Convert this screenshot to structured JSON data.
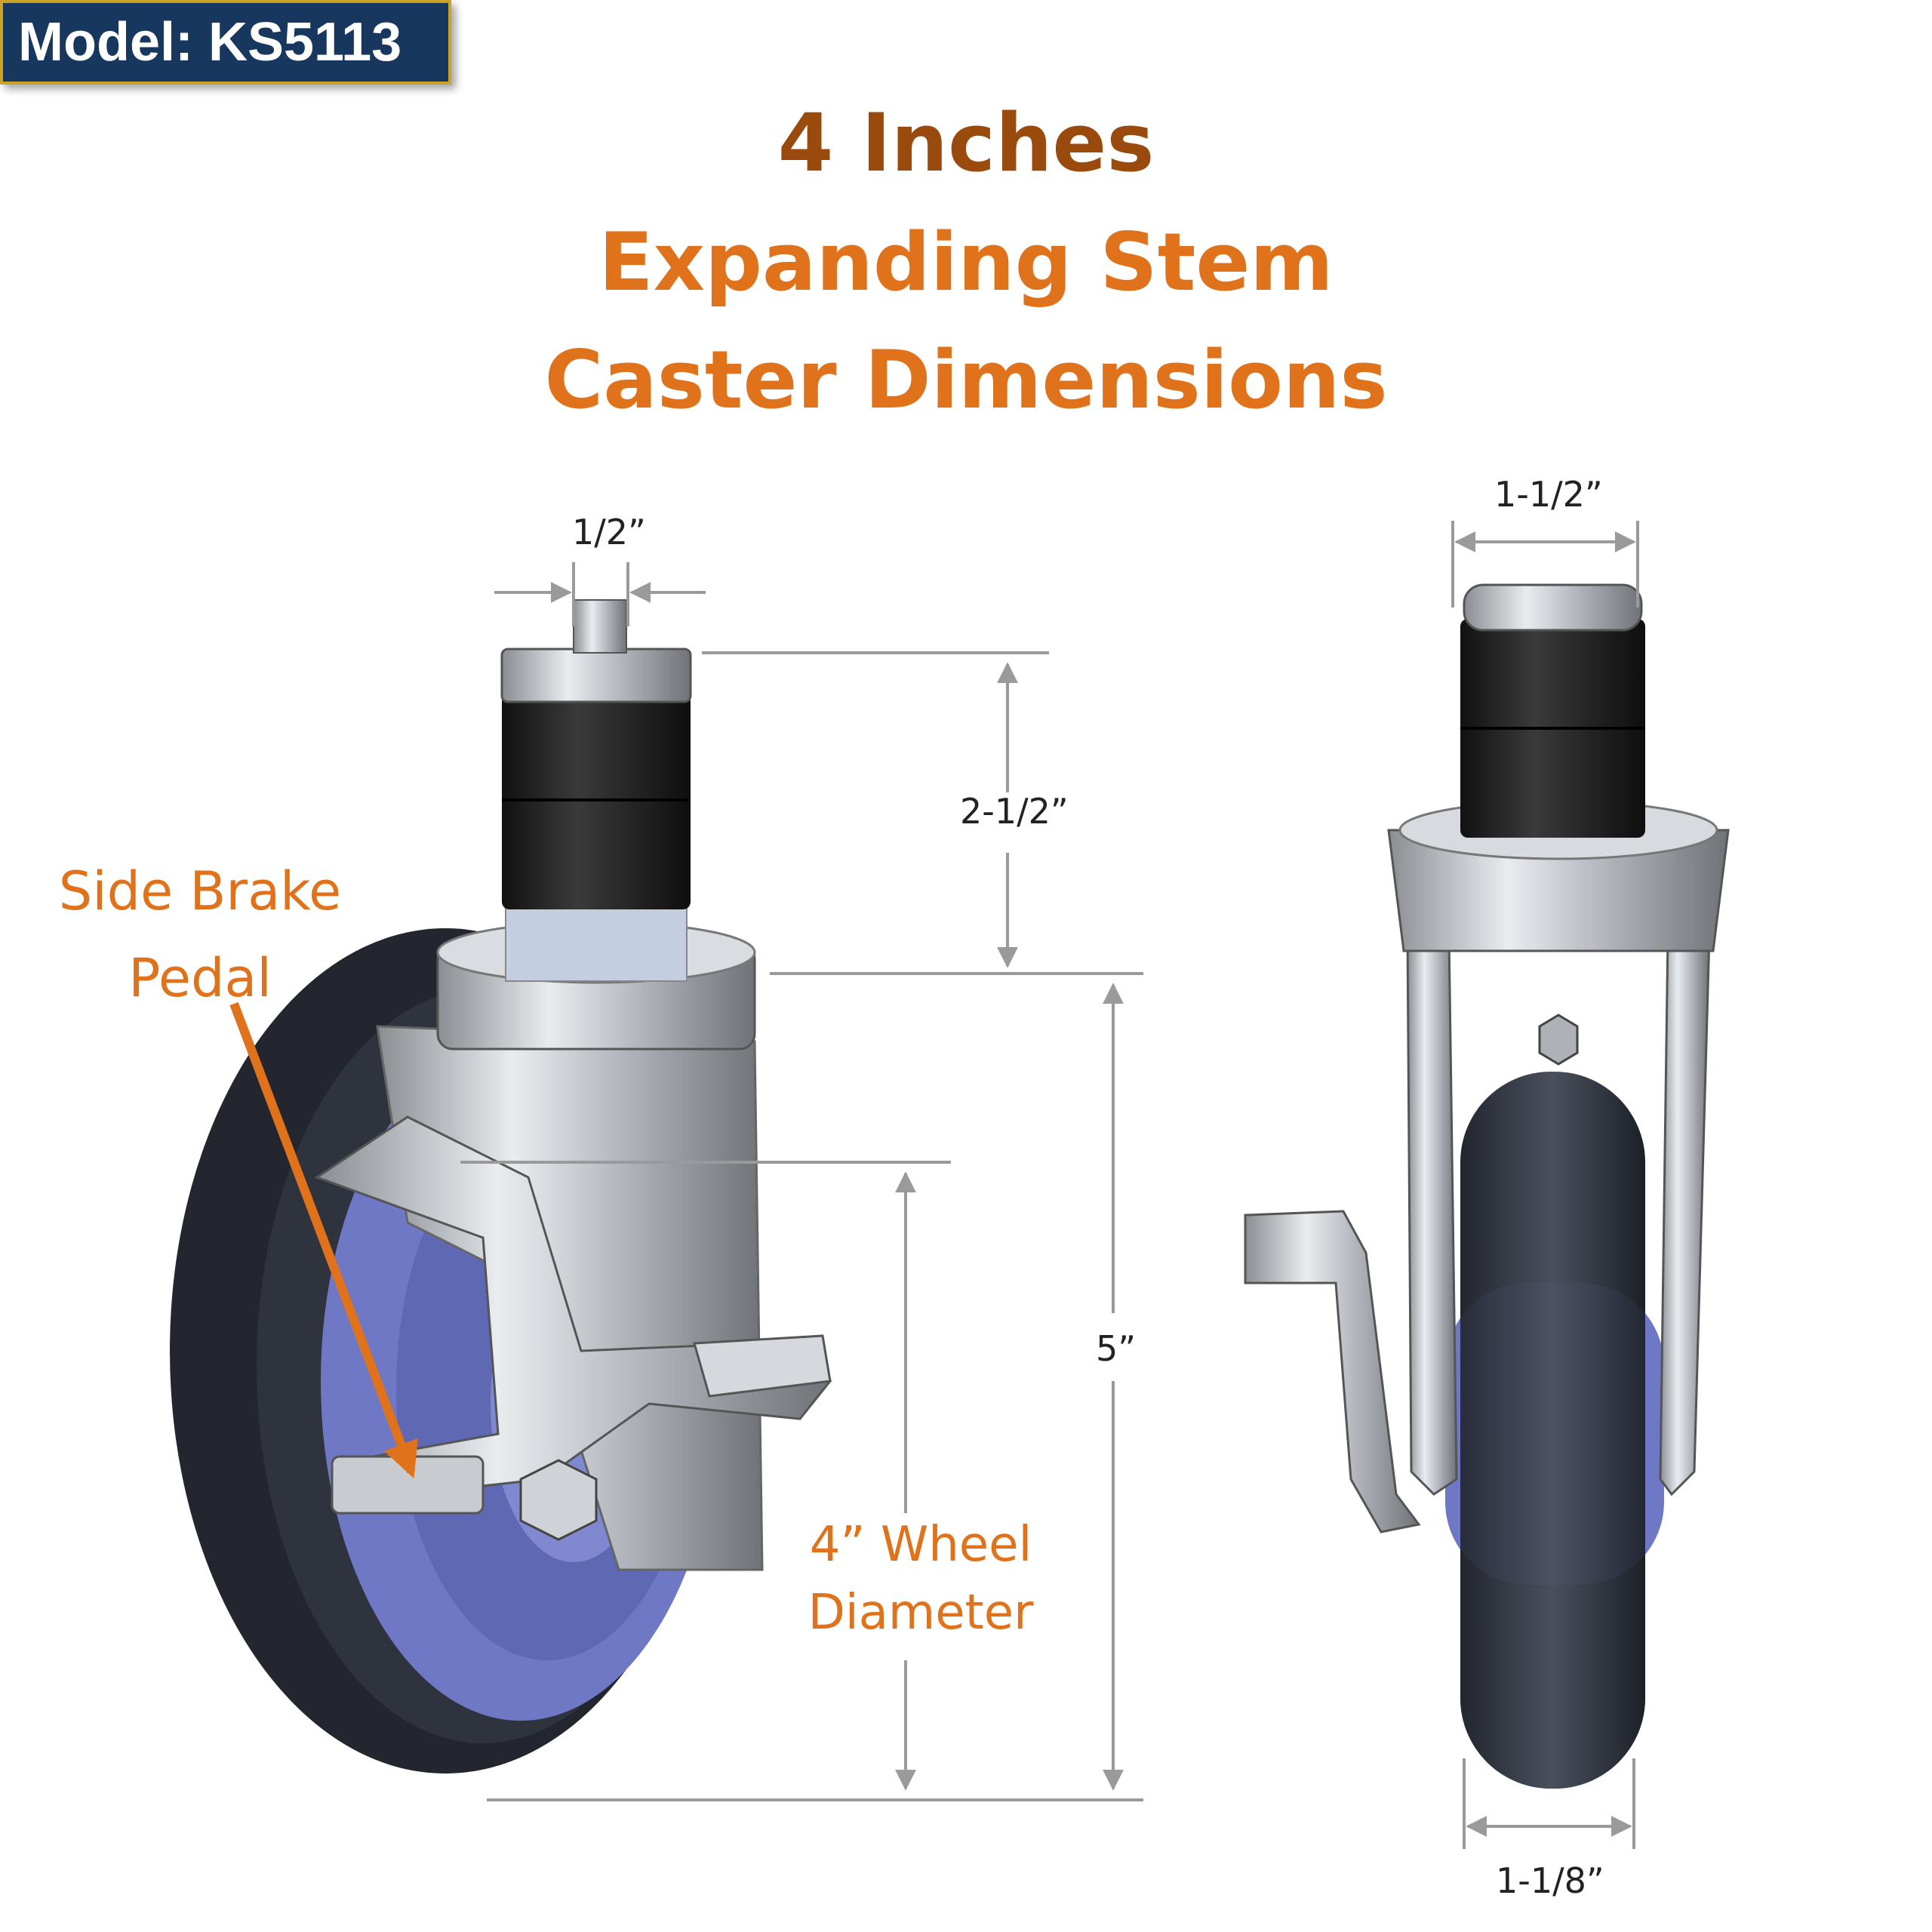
{
  "badge": {
    "model": "Model: KS5113"
  },
  "title": {
    "line1": "4 Inches",
    "line2": "Expanding Stem",
    "line3": "Caster Dimensions"
  },
  "callouts": {
    "brake_line1": "Side Brake",
    "brake_line2": "Pedal",
    "wheel_line1": "4” Wheel",
    "wheel_line2": "Diameter"
  },
  "dimensions": {
    "thread": "1/2”",
    "stem": "2-1/2”",
    "overall": "5”",
    "stem_width": "1-1/2”",
    "wheel_width": "1-1/8”"
  },
  "colors": {
    "navy": "#17375e",
    "gold": "#c9a227",
    "title_dark": "#9b4a0e",
    "orange": "#e0721c",
    "wheel_hub": "#6f78c4",
    "tire": "#2b2f3a"
  }
}
